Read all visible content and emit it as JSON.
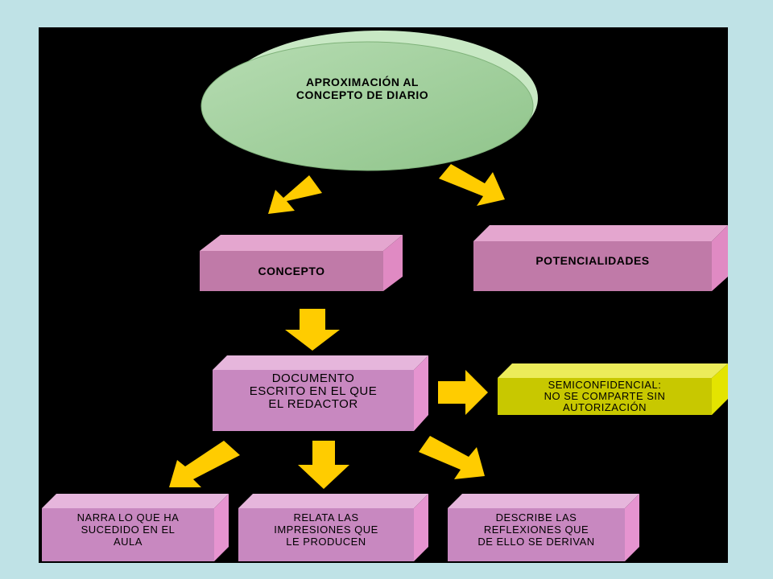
{
  "diagram": {
    "title": "APROXIMACIÓN AL\nCONCEPTO DE DIARIO",
    "concepto": "CONCEPTO",
    "potencialidades": "POTENCIALIDADES",
    "documento": "DOCUMENTO\nESCRITO EN EL QUE\nEL REDACTOR",
    "semiconfidencial": "SEMICONFIDENCIAL:\nNO SE COMPARTE SIN\nAUTORIZACIÓN",
    "narra": "NARRA LO QUE HA\nSUCEDIDO EN EL\nAULA",
    "relata": "RELATA LAS\nIMPRESIONES QUE\nLE PRODUCEN",
    "describe": "DESCRIBE LAS\nREFLEXIONES QUE\nDE ELLO SE DERIVAN"
  },
  "colors": {
    "background": "#bfe2e6",
    "slide": "#000000",
    "ellipse": "#9ecf9a",
    "box_pink": "#c07aa8",
    "box_yellow": "#c8c800",
    "arrow": "#ffcc00"
  }
}
